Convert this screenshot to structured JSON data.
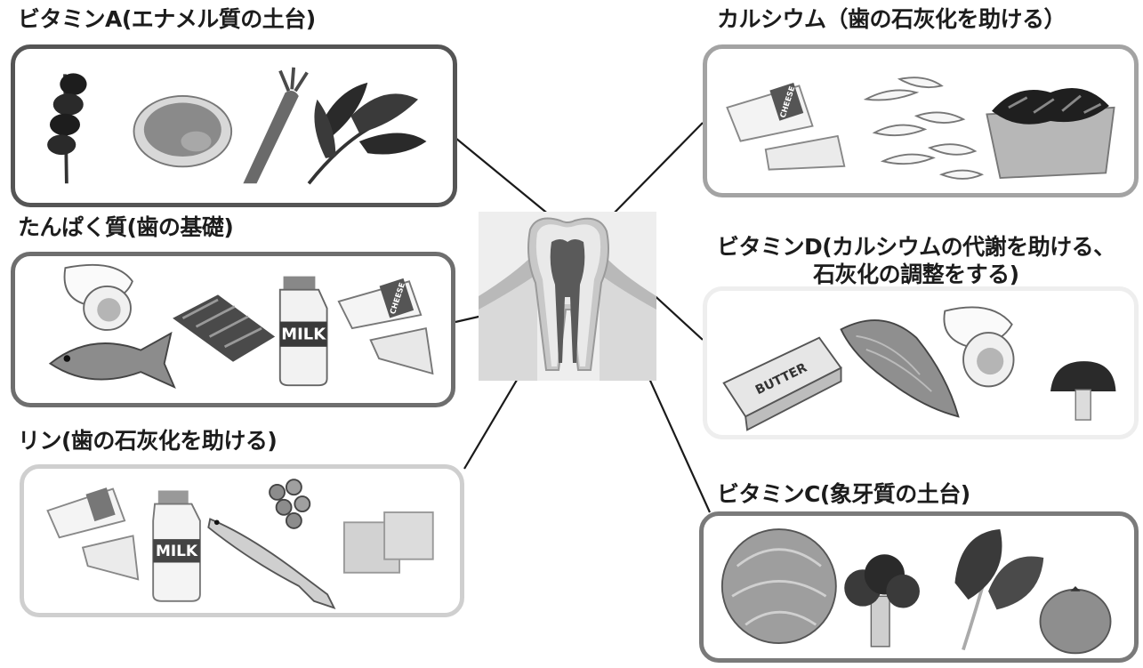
{
  "diagram": {
    "center": {
      "icon": "tooth-icon"
    },
    "groups": [
      {
        "key": "vitamin_a",
        "label": "ビタミンA(エナメル質の土台)",
        "foods": [
          "chicken-liver-skewer-icon",
          "meat-slice-icon",
          "carrot-icon",
          "spinach-icon"
        ],
        "border": "#555555"
      },
      {
        "key": "protein",
        "label": "たんぱく質(歯の基礎)",
        "foods": [
          "egg-icon",
          "fish-icon",
          "beef-icon",
          "milk-bottle-icon",
          "cheese-icon"
        ],
        "border": "#6e6e6e"
      },
      {
        "key": "phosphorus",
        "label": "リン(歯の石灰化を助ける)",
        "foods": [
          "cheese-icon",
          "milk-bottle-icon",
          "sardine-icon",
          "beans-icon",
          "tofu-icon"
        ],
        "border": "#cfcfcf"
      },
      {
        "key": "calcium",
        "label": "カルシウム（歯の石灰化を助ける）",
        "foods": [
          "cheese-icon",
          "dried-small-fish-icon",
          "hijiki-seaweed-icon"
        ],
        "border": "#a3a3a3"
      },
      {
        "key": "vitamin_d",
        "label_line1": "ビタミンD(カルシウムの代謝を助ける、",
        "label_line2": "石灰化の調整をする)",
        "foods": [
          "butter-icon",
          "salmon-icon",
          "egg-icon",
          "mushroom-icon"
        ],
        "border": "#eeeeee"
      },
      {
        "key": "vitamin_c",
        "label": "ビタミンC(象牙質の土台)",
        "foods": [
          "cabbage-icon",
          "broccoli-icon",
          "komatsuna-icon",
          "orange-icon"
        ],
        "border": "#7a7a7a"
      }
    ],
    "food_text": {
      "cheese": "CHEESE",
      "milk": "MILK",
      "butter": "BUTTER"
    }
  }
}
